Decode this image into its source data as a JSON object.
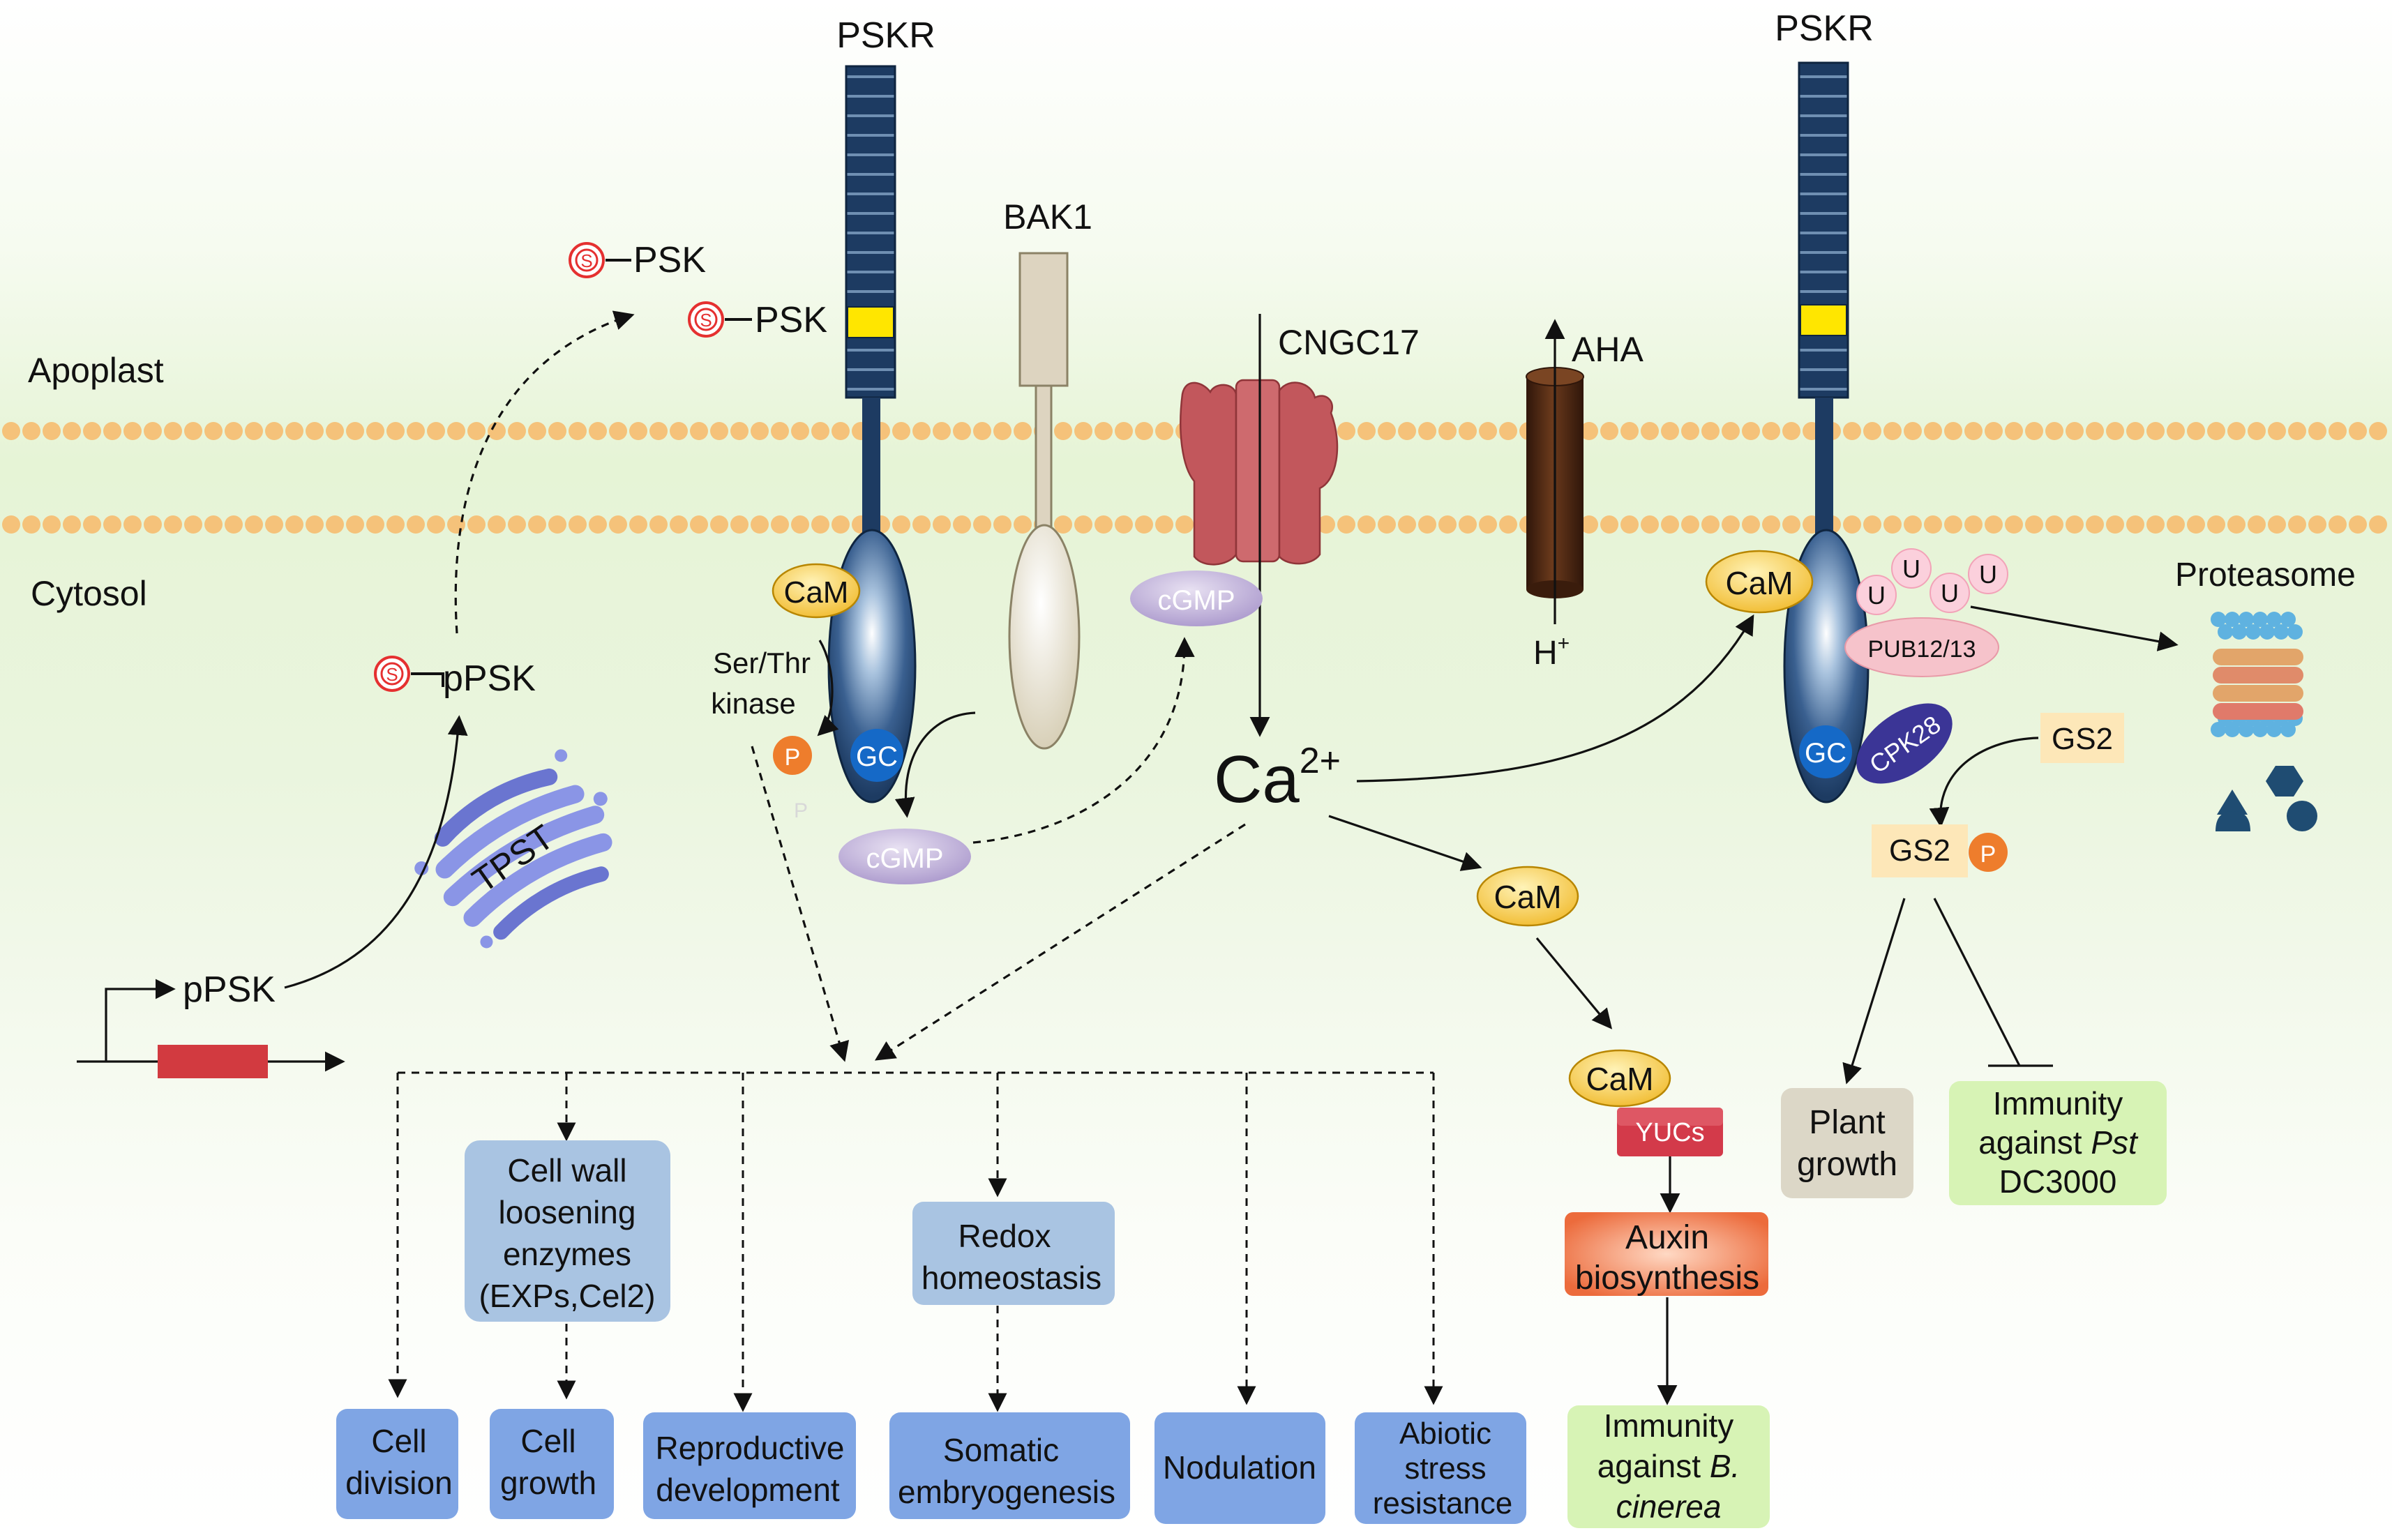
{
  "regions": {
    "apoplast": "Apoplast",
    "cytosol": "Cytosol"
  },
  "receptors": {
    "pskr_left": "PSKR",
    "pskr_right": "PSKR",
    "bak1": "BAK1"
  },
  "channels": {
    "cngc": "CNGC17",
    "aha": "AHA",
    "proton": "H",
    "proton_charge": "+"
  },
  "peptide": {
    "psk_top": "PSK",
    "psk_bound": "PSK",
    "sulfo_ppsk": "pPSK",
    "ppsk_gene": "pPSK",
    "sulfo_mark": "S",
    "tpst": "TPST"
  },
  "signaling": {
    "cam_1": "CaM",
    "cam_2": "CaM",
    "cam_3": "CaM",
    "cam_4": "CaM",
    "ser_thr_1": "Ser/Thr",
    "ser_thr_2": "kinase",
    "p_mark_1": "P",
    "p_mark_2": "P",
    "p_mark_faded": "P",
    "gc_1": "GC",
    "gc_2": "GC",
    "cgmp_1": "cGMP",
    "cgmp_2": "cGMP",
    "calcium": "Ca",
    "calcium_charge": "2+",
    "yucs": "YUCs",
    "ub": [
      "U",
      "U",
      "U",
      "U"
    ],
    "pub": "PUB12/13",
    "cpk28": "CPK28",
    "gs2_1": "GS2",
    "gs2_2": "GS2",
    "proteasome": "Proteasome"
  },
  "intermediates": {
    "cell_wall": [
      "Cell wall",
      "loosening",
      "enzymes",
      "(EXPs,Cel2)"
    ],
    "redox": [
      "Redox",
      "homeostasis"
    ],
    "auxin": [
      "Auxin",
      "biosynthesis"
    ]
  },
  "outcomes": {
    "cell_division": [
      "Cell",
      "division"
    ],
    "cell_growth": [
      "Cell",
      "growth"
    ],
    "reproductive": [
      "Reproductive",
      "development"
    ],
    "somatic": [
      "Somatic",
      "embryogenesis"
    ],
    "nodulation": [
      "Nodulation"
    ],
    "abiotic": [
      "Abiotic",
      "stress",
      "resistance"
    ],
    "immunity_b": [
      "Immunity",
      "against ",
      "B.",
      "cinerea"
    ],
    "plant_growth": [
      "Plant",
      "growth"
    ],
    "immunity_pst": [
      "Immunity",
      "against ",
      "Pst",
      "DC3000"
    ]
  },
  "colors": {
    "receptor": "#1d3b62",
    "receptor_line": "#6f8fb2",
    "yellow_band": "#ffe600",
    "membrane_bead": "#f5c27a",
    "channel": "#c2575c",
    "aha": "#4a2511",
    "cam": "#f4c542",
    "cgmp": "#b9a9d6",
    "p_orange": "#ee7d2c",
    "gc": "#1569c7",
    "blue_box": "#7fa5e4",
    "light_blue_box": "#a9c4e2",
    "green_box": "#d7f3b5",
    "tan_box": "#dcd7c7",
    "yucs": "#d33a4a",
    "auxin": "#ec6b3c",
    "tpst": "#8a95e6",
    "cpk28": "#3b3596",
    "pub": "#f6c3cb",
    "gene_box": "#d23a40"
  }
}
